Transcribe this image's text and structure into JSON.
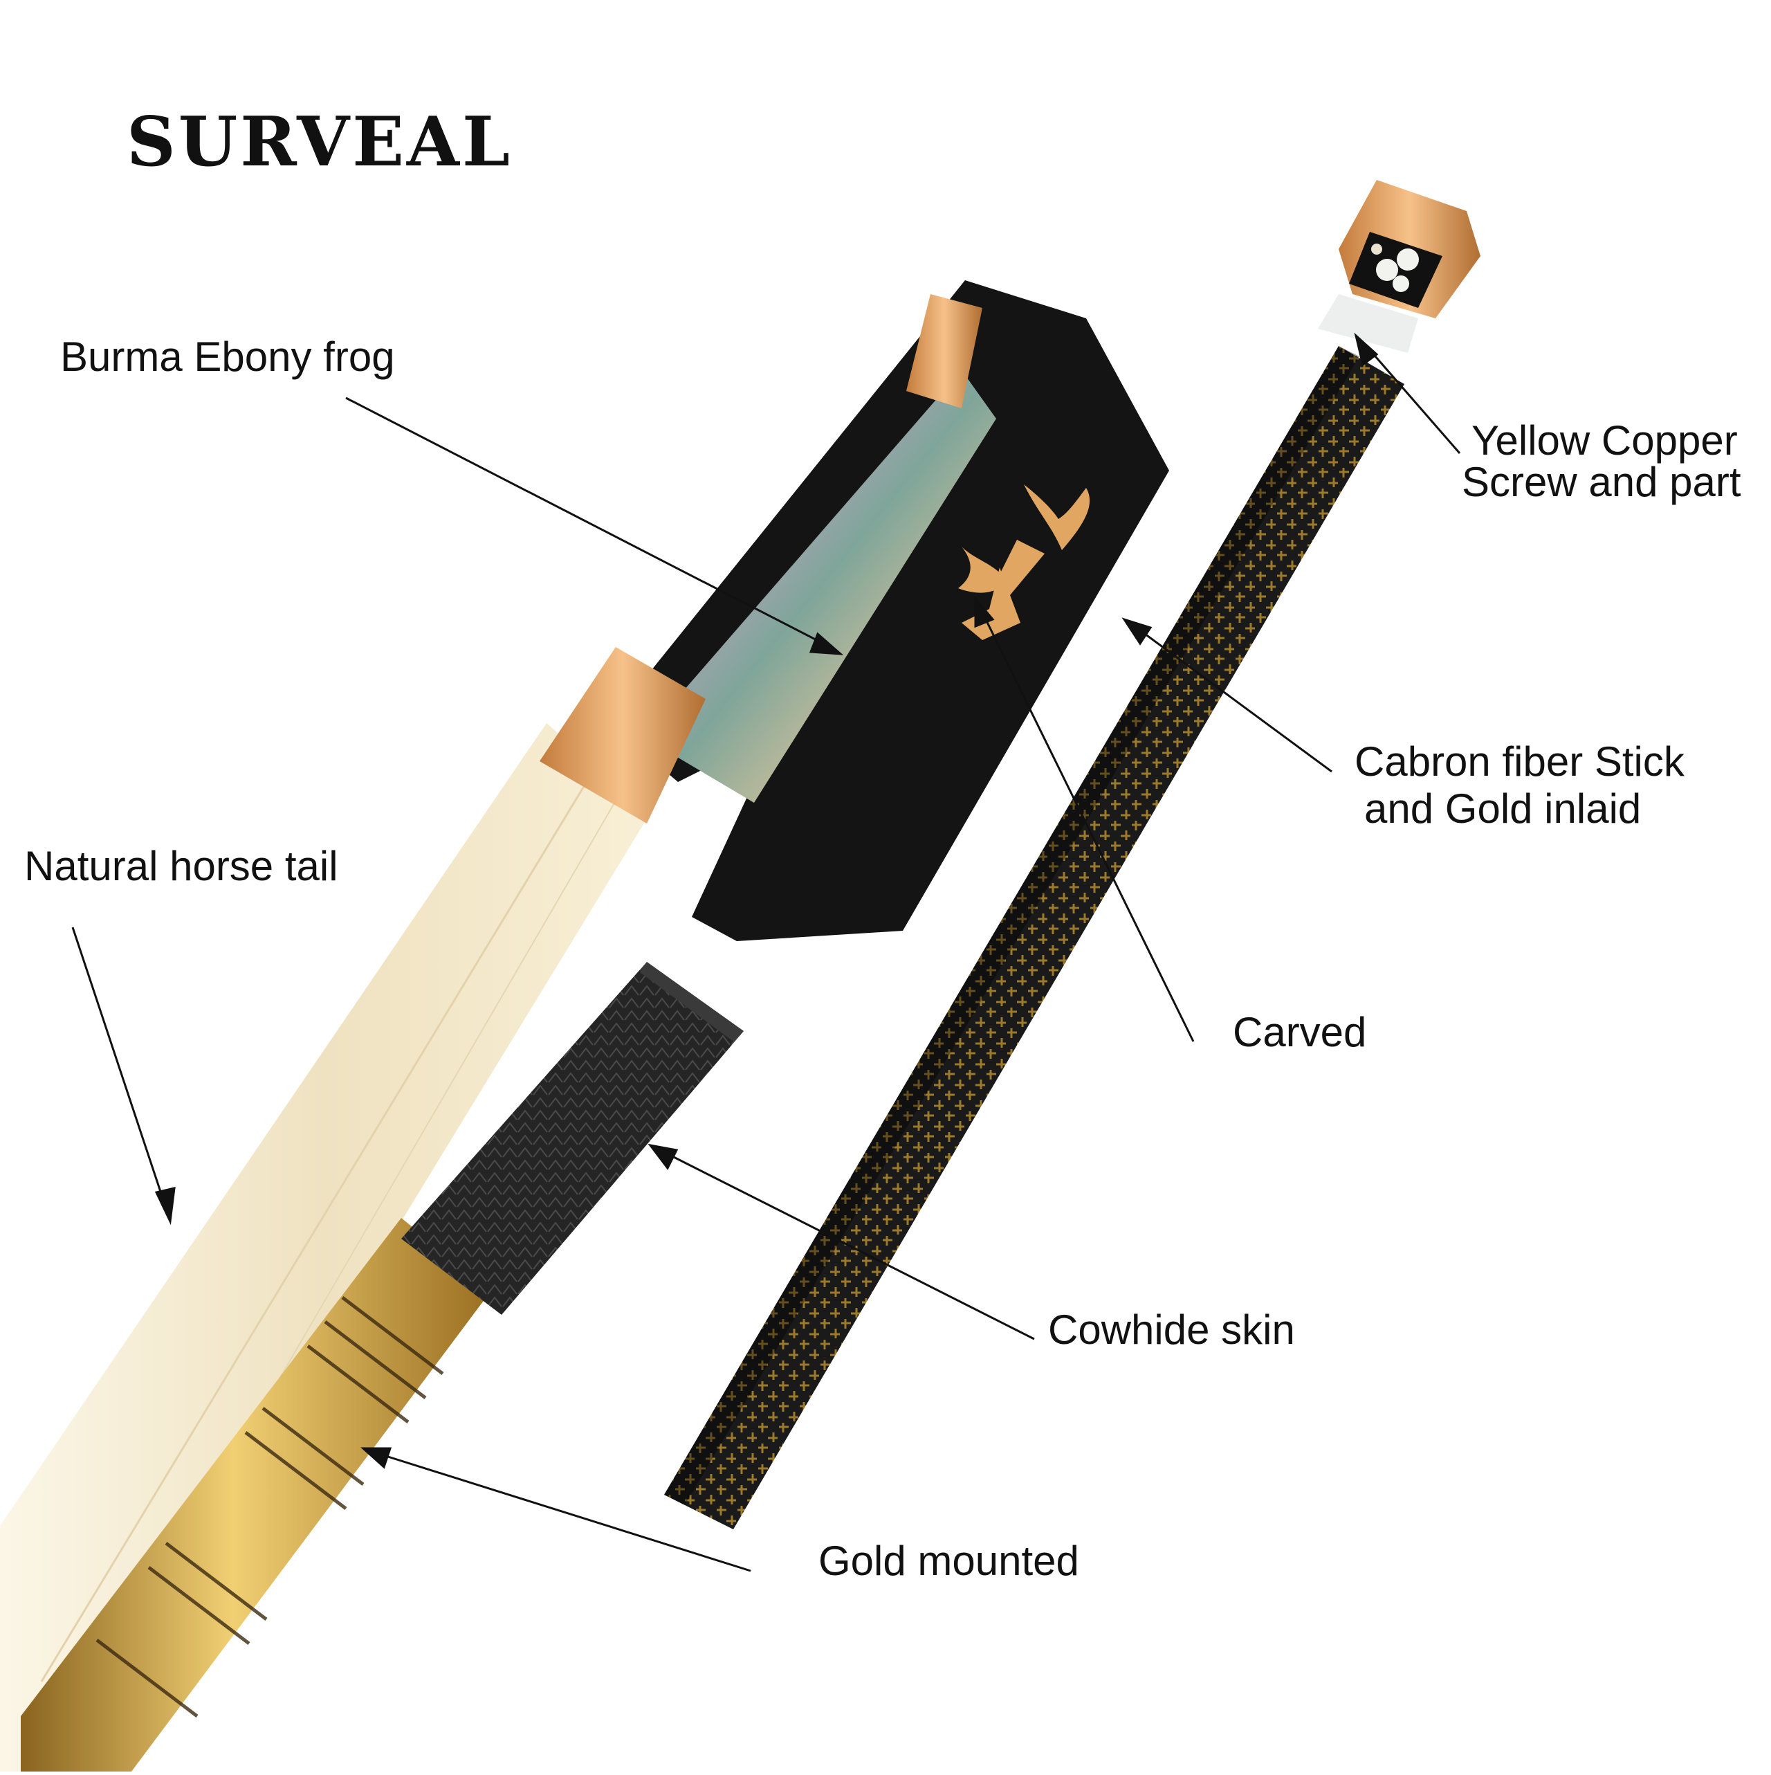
{
  "brand": "SURVEAL",
  "labels": {
    "frog": "Burma Ebony frog",
    "hair": "Natural horse tail",
    "screw_line1": "Yellow Copper",
    "screw_line2": "Screw and part",
    "stick_line1": "Cabron fiber Stick",
    "stick_line2": "and Gold inlaid",
    "carved": "Carved",
    "grip": "Cowhide skin",
    "winding": "Gold mounted"
  },
  "colors": {
    "ebony": "#151515",
    "gold": "#d9a648",
    "copper": "#e7a76a",
    "hair": "#f1e6c9",
    "leather": "#222222",
    "text": "#111111"
  }
}
